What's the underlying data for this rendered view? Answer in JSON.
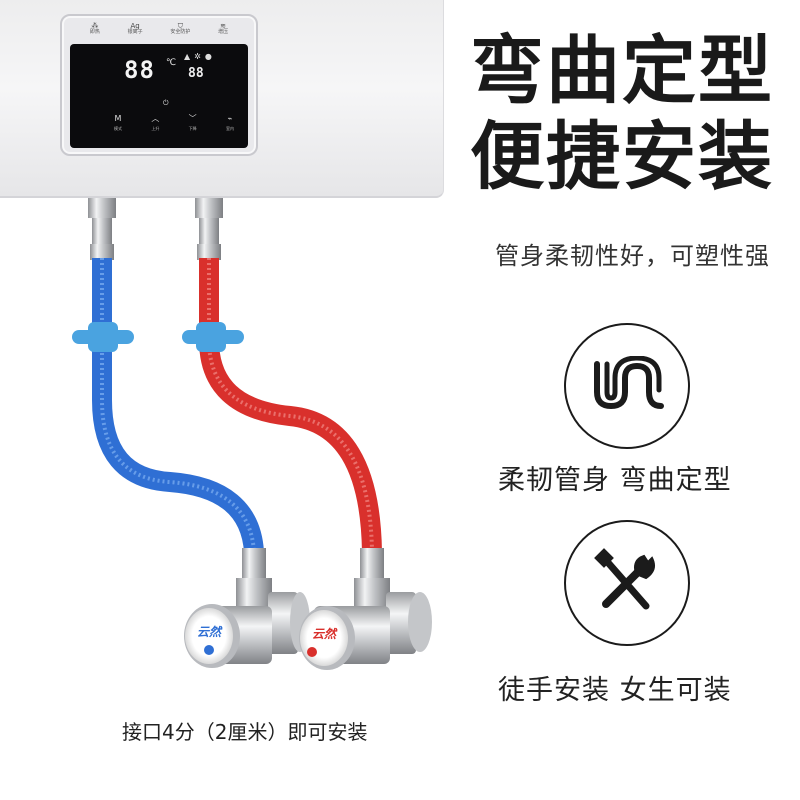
{
  "heater": {
    "panel_buttons": [
      {
        "glyph": "⁂",
        "label": "即热"
      },
      {
        "glyph": "Ag",
        "label": "银离子"
      },
      {
        "glyph": "⛉",
        "label": "安全防护"
      },
      {
        "glyph": "≋",
        "label": "增压"
      }
    ],
    "display": {
      "main_temp": "88",
      "unit": "℃",
      "small_temp": "88",
      "control_buttons": [
        {
          "glyph": "M",
          "label": "模式"
        },
        {
          "glyph": "︿",
          "label": "上升"
        },
        {
          "glyph": "﹀",
          "label": "下降"
        },
        {
          "glyph": "⌁",
          "label": "室内"
        }
      ],
      "power_glyph": "⏻"
    }
  },
  "headline": {
    "line1": "弯曲定型",
    "line2": "便捷安装"
  },
  "subtitle": "管身柔韧性好，可塑性强",
  "features": [
    {
      "icon": "bent-pipe-icon",
      "label": "柔韧管身 弯曲定型"
    },
    {
      "icon": "tools-icon",
      "label": "徒手安装 女生可装"
    }
  ],
  "valve_brand": "云然",
  "caption": "接口4分（2厘米）即可安装",
  "colors": {
    "cold_pipe": "#2f6fd4",
    "hot_pipe": "#d9302c",
    "clip": "#4aa3e0",
    "text": "#1a1a1a"
  }
}
